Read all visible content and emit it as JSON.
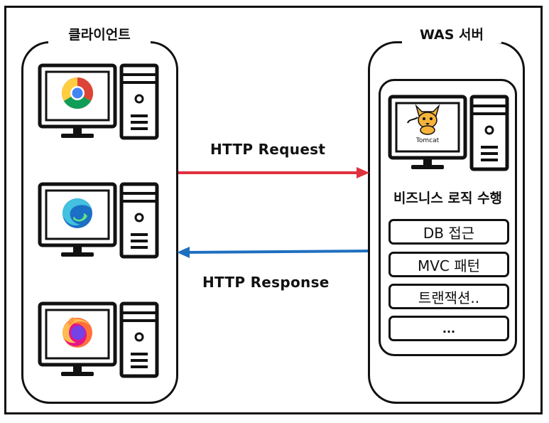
{
  "client": {
    "title": "클라이언트",
    "browsers": [
      "chrome-icon",
      "edge-icon",
      "firefox-icon"
    ]
  },
  "server": {
    "title": "WAS 서버",
    "logo_text": "Tomcat",
    "business_logic": "비즈니스 로직 수행",
    "features": [
      "DB 접근",
      "MVC 패턴",
      "트랜잭션..",
      "..."
    ]
  },
  "request": {
    "label": "HTTP Request",
    "color": "#e0313d"
  },
  "response": {
    "label": "HTTP Response",
    "color": "#1f6fc0"
  },
  "colors": {
    "stroke": "#111111",
    "background": "#ffffff"
  }
}
